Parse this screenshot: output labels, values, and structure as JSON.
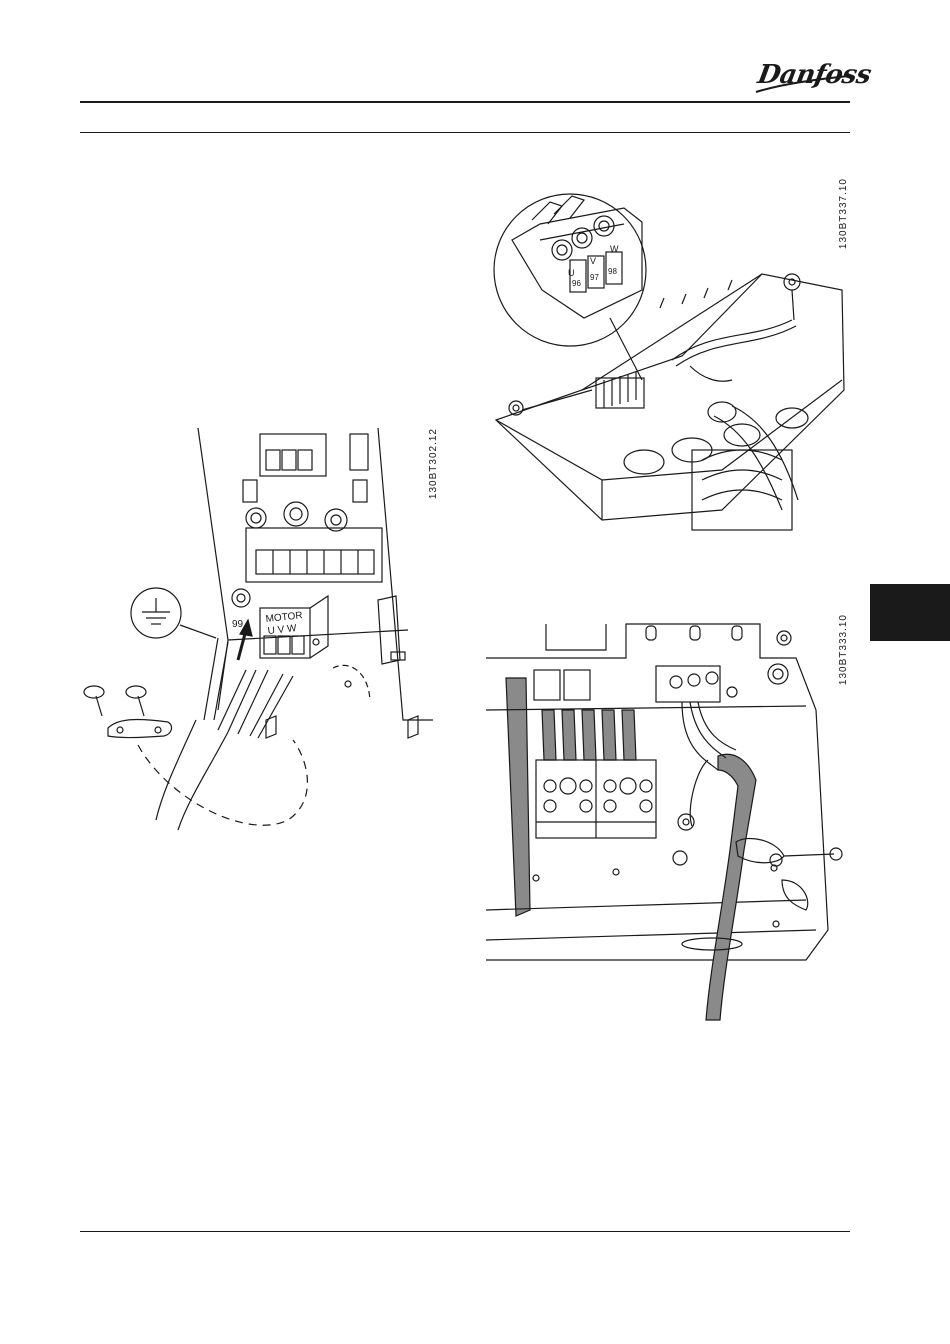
{
  "header": {
    "brand": "Danfoss"
  },
  "figures": {
    "fig1": {
      "code": "130BT302.12",
      "ground_label": "99",
      "motor_label": "MOTOR",
      "uvw_label": "U V W"
    },
    "fig2": {
      "code": "130BT337.10",
      "terminal_u": "U",
      "terminal_v": "V",
      "terminal_w": "W",
      "pin_96": "96",
      "pin_97": "97",
      "pin_98": "98"
    },
    "fig3": {
      "code": "130BT333.10"
    }
  },
  "colors": {
    "ink": "#1a1a1a",
    "cable_gray": "#8a8a8a",
    "tab": "#1a1a1a"
  }
}
